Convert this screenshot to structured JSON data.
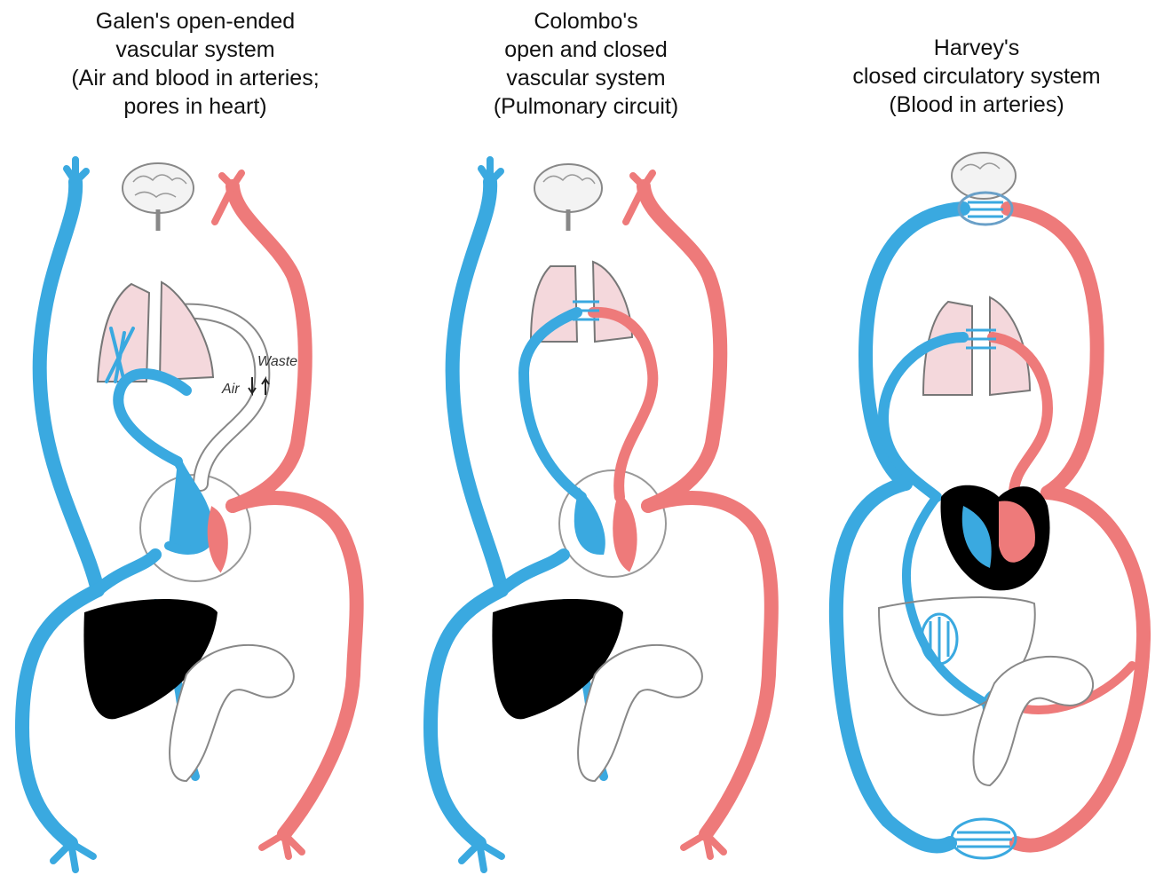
{
  "colors": {
    "vein": "#3aa9e0",
    "artery": "#ee7a7a",
    "organ_outline": "#777777",
    "lung_fill": "#f4d8dc",
    "liver_fill": "#000000"
  },
  "panels": [
    {
      "title_lines": [
        "Galen's open-ended",
        "vascular system",
        "(Air and blood in arteries;",
        "pores in heart)"
      ],
      "labels": {
        "air": "Air",
        "waste": "Waste"
      }
    },
    {
      "title_lines": [
        "Colombo's",
        "open and closed",
        "vascular system",
        "(Pulmonary circuit)"
      ]
    },
    {
      "title_lines": [
        "Harvey's",
        "closed circulatory system",
        "(Blood in arteries)"
      ]
    }
  ]
}
